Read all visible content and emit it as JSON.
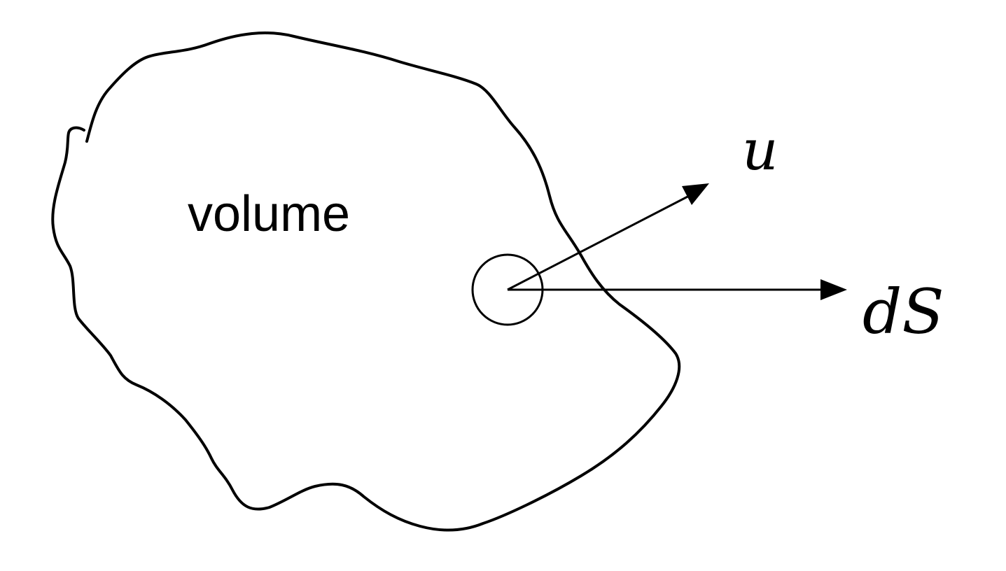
{
  "colors": {
    "background": "#ffffff",
    "stroke": "#000000"
  },
  "labels": {
    "volume": "volume",
    "velocity": "u",
    "surface_element": "dS"
  }
}
